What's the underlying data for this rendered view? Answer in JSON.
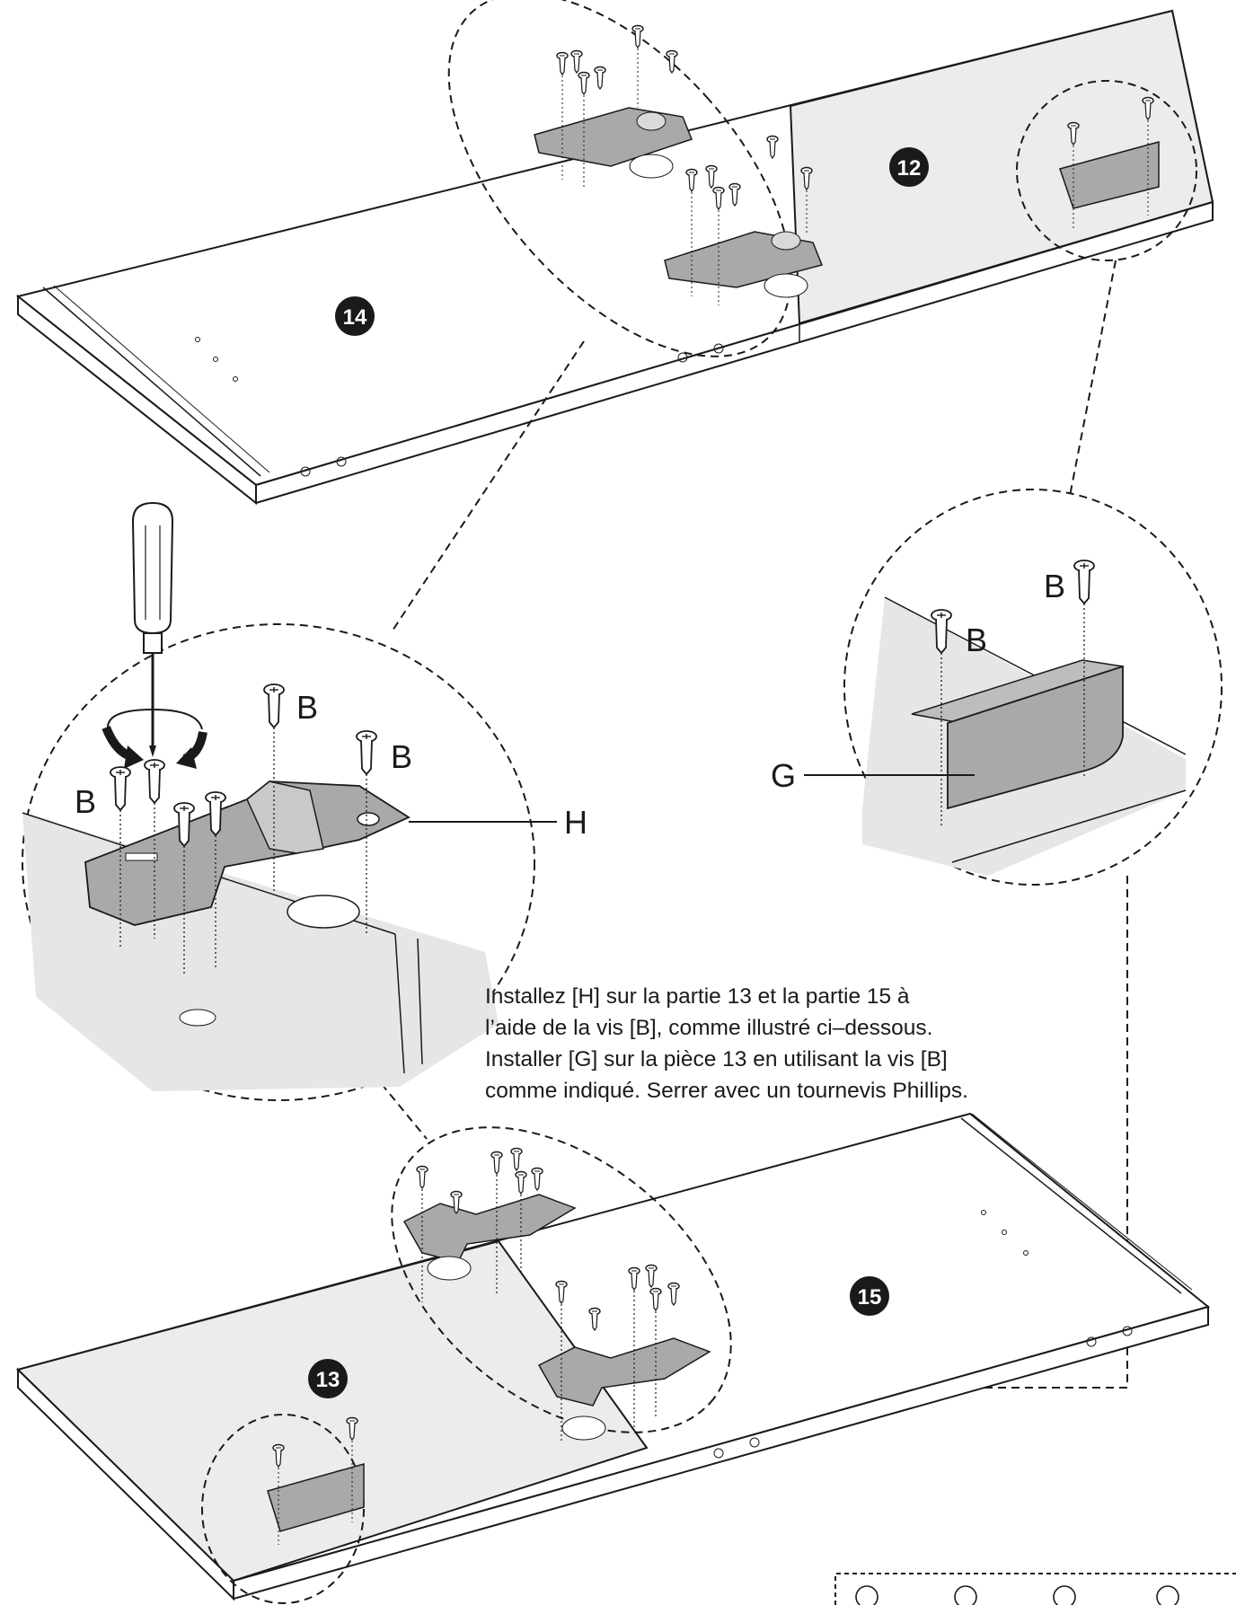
{
  "labels": {
    "part_12": "⑫",
    "part_13": "⑬",
    "part_14": "⑭",
    "part_15": "⑮",
    "screw_b": "B",
    "hinge_h": "H",
    "handle_g": "G"
  },
  "instructions": [
    "Installez [H] sur la partie 13 et la partie 15 à",
    "l’aide de la vis [B], comme illustré ci–dessous.",
    "Installer [G] sur la pièce 13 en utilisant la vis [B]",
    "comme indiqué. Serrer avec un tournevis Phillips."
  ],
  "colors": {
    "line": "#1a1a1a",
    "panel_white": "#ffffff",
    "panel_grey": "#ececec",
    "detail_bg": "#e6e6e6",
    "metal": "#a9a9a9"
  },
  "icons": [
    "screwdriver-icon",
    "rotate-arrow-icon",
    "screw-icon",
    "hinge-icon",
    "handle-icon"
  ]
}
